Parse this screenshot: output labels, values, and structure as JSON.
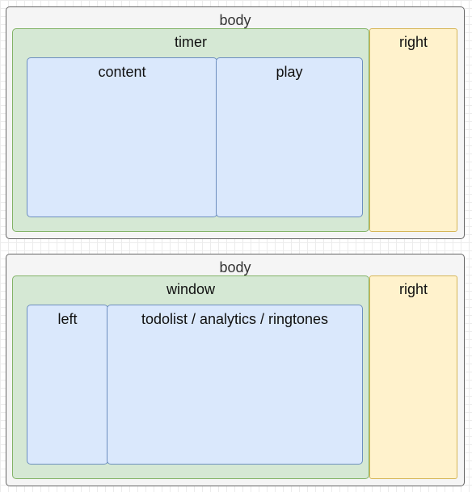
{
  "diagram_top": {
    "container_label": "body",
    "main_label": "timer",
    "side_label": "right",
    "children": [
      "content",
      "play"
    ]
  },
  "diagram_bottom": {
    "container_label": "body",
    "main_label": "window",
    "side_label": "right",
    "children": [
      "left",
      "todolist / analytics / ringtones"
    ]
  },
  "colors": {
    "container_fill": "#f5f5f5",
    "container_stroke": "#666666",
    "green_fill": "#d5e8d4",
    "green_stroke": "#82b366",
    "yellow_fill": "#fff2cc",
    "yellow_stroke": "#d6b656",
    "blue_fill": "#dae8fc",
    "blue_stroke": "#6c8ebf"
  }
}
